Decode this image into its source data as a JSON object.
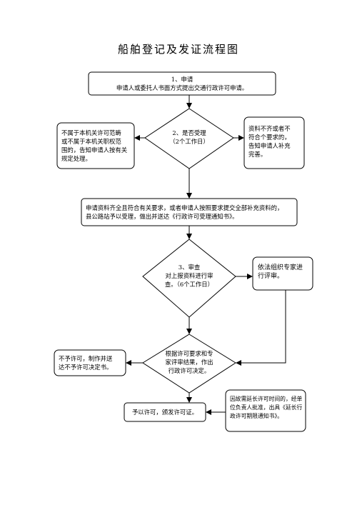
{
  "title": "船舶登记及发证流程图",
  "nodes": {
    "step1": {
      "line1": "1、申请",
      "line2": "申请人或委托人书面方式提出交通行政许可申请。"
    },
    "decision1": {
      "line1": "2、是否受理",
      "line2": "（2个工作日）"
    },
    "reject_scope": {
      "line1": "不属于本机关许可范畴",
      "line2": "或不属于本机关职权范",
      "line3": "围的，告知申请人按有关",
      "line4": "规定处理。"
    },
    "supplement": {
      "line1": "资料不齐或者不",
      "line2": "符合个要求的，",
      "line3": "告知申请人补充",
      "line4": "完善。"
    },
    "accept": {
      "line1": "申请资料齐全且符合有关要求，或者申请人按照要求提交全部补充资料的，",
      "line2": "县公路站予以受理，做出并送达《行政许可受理通知书》。"
    },
    "decision2": {
      "line1": "3、审查",
      "line2": "对上报资料进行审",
      "line3": "查。（6个工作日）"
    },
    "expert": {
      "line1": "依法组织专家进",
      "line2": "行评审。"
    },
    "decision3": {
      "line1": "根据许可要求和专",
      "line2": "家评审结果，作出",
      "line3": "行政许可决定。"
    },
    "deny": {
      "line1": "不予许可，制作并送",
      "line2": "达不予许可决定书。"
    },
    "grant": {
      "line1": "予以许可，颁发许可证。"
    },
    "extend": {
      "line1": "因故需延长许可时间的，经单",
      "line2": "位负责人批准，出具《延长行",
      "line3": "政许可期限通知书》。"
    }
  }
}
